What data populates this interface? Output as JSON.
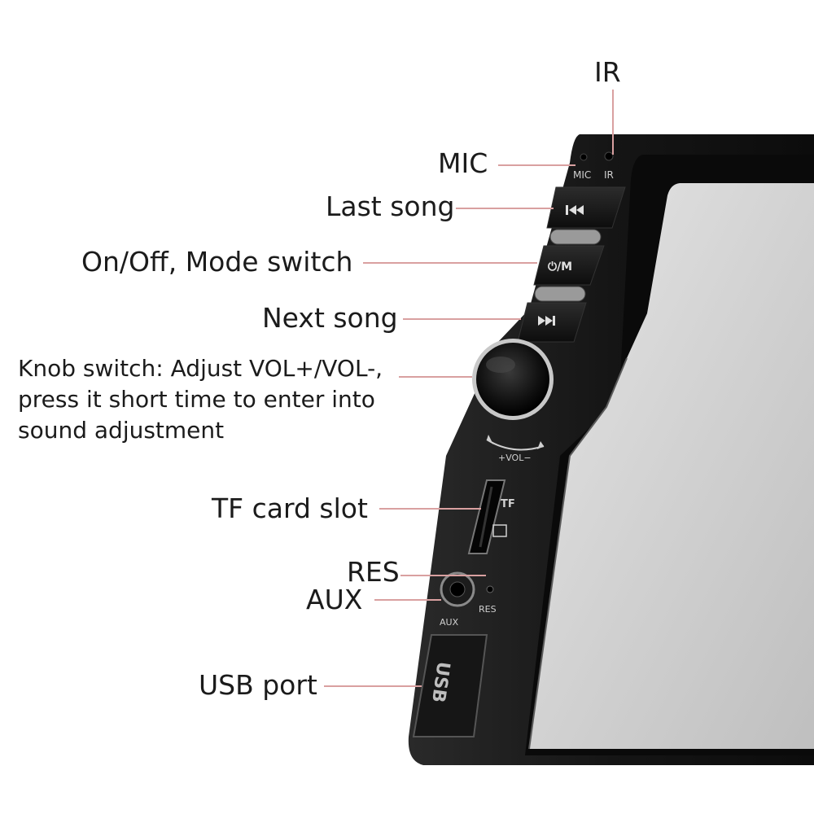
{
  "labels": {
    "ir": "IR",
    "mic": "MIC",
    "last_song": "Last song",
    "power_mode": "On/Off, Mode switch",
    "next_song": "Next song",
    "knob_line1": "Knob switch: Adjust VOL+/VOL-,",
    "knob_line2": "press it short time to enter into",
    "knob_line3": "sound adjustment",
    "tf": "TF card slot",
    "res": "RES",
    "aux": "AUX",
    "usb": "USB port"
  },
  "device_print": {
    "mic": "MIC",
    "ir": "IR",
    "power": "⏻/M",
    "vol": "+VOL−",
    "tf": "TF",
    "res": "RES",
    "aux": "AUX",
    "usb": "USB"
  },
  "icons": {
    "prev": "skip-back-icon",
    "next": "skip-forward-icon"
  },
  "colors": {
    "leader": "#d9a0a0",
    "device": "#141414",
    "screen": "#d9d9d9"
  }
}
